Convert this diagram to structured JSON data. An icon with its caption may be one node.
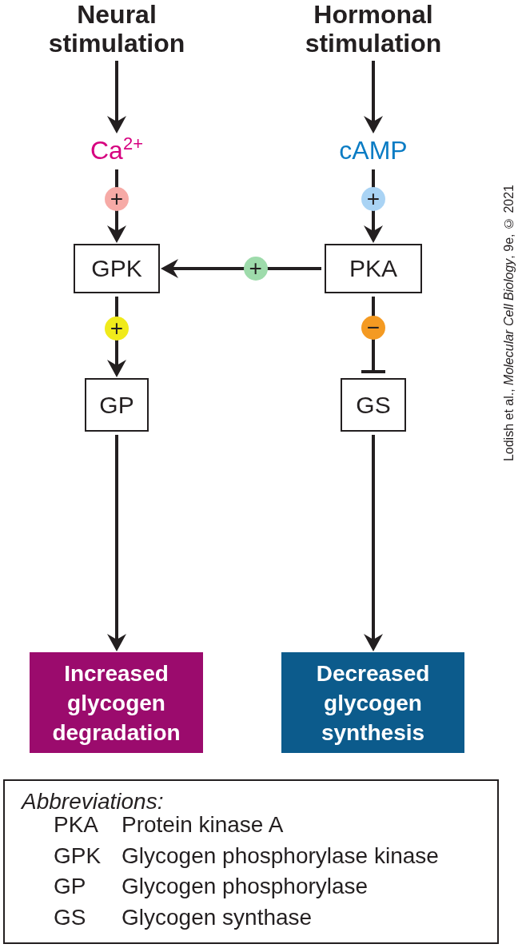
{
  "diagram": {
    "nodes": [
      {
        "text": [
          "Neural stimulation"
        ]
      },
      {
        "text": [
          "Hormonal stimulation"
        ]
      },
      {
        "text": [
          "Ca$^{2+}$"
        ]
      },
      {
        "text": [
          "cAMP"
        ]
      },
      {
        "text": [
          "GPK"
        ]
      },
      {
        "text": [
          "PKA"
        ]
      },
      {
        "text": [
          "GP"
        ]
      },
      {
        "text": [
          "GS"
        ]
      },
      {
        "text": [
          "Increased glycogen degradation"
        ]
      },
      {
        "text": [
          "Decreased glycogen synthesis"
        ]
      },
      {
        "text": [
          "Abbreviations:",
          "PKA",
          "Protein kinase A",
          "GPK",
          "Glycogen phosphorylase kinase",
          "GP",
          "Glycogen phosphorylase",
          "GS",
          "Glycogen synthase"
        ]
      }
    ],
    "edges": [
      {
        "from": 0,
        "to": 2,
        "arrow": "to"
      },
      {
        "from": 1,
        "to": 3,
        "arrow": "to"
      },
      {
        "from": 2,
        "to": 4,
        "arrow": "to",
        "label": "+"
      },
      {
        "from": 3,
        "to": 5,
        "arrow": "to",
        "label": "+"
      },
      {
        "from": 5,
        "to": 4,
        "arrow": "to",
        "label": "+"
      },
      {
        "from": 4,
        "to": 6,
        "arrow": "to",
        "label": "+"
      },
      {
        "from": 5,
        "to": 7,
        "arrow": "other",
        "label": "−"
      },
      {
        "from": 6,
        "to": 8,
        "arrow": "to"
      },
      {
        "from": 7,
        "to": 9,
        "arrow": "to"
      }
    ],
    "labels": [
      "Lodish et al., *Molecular Cell Biology*, 9e, © 2021"
    ]
  }
}
